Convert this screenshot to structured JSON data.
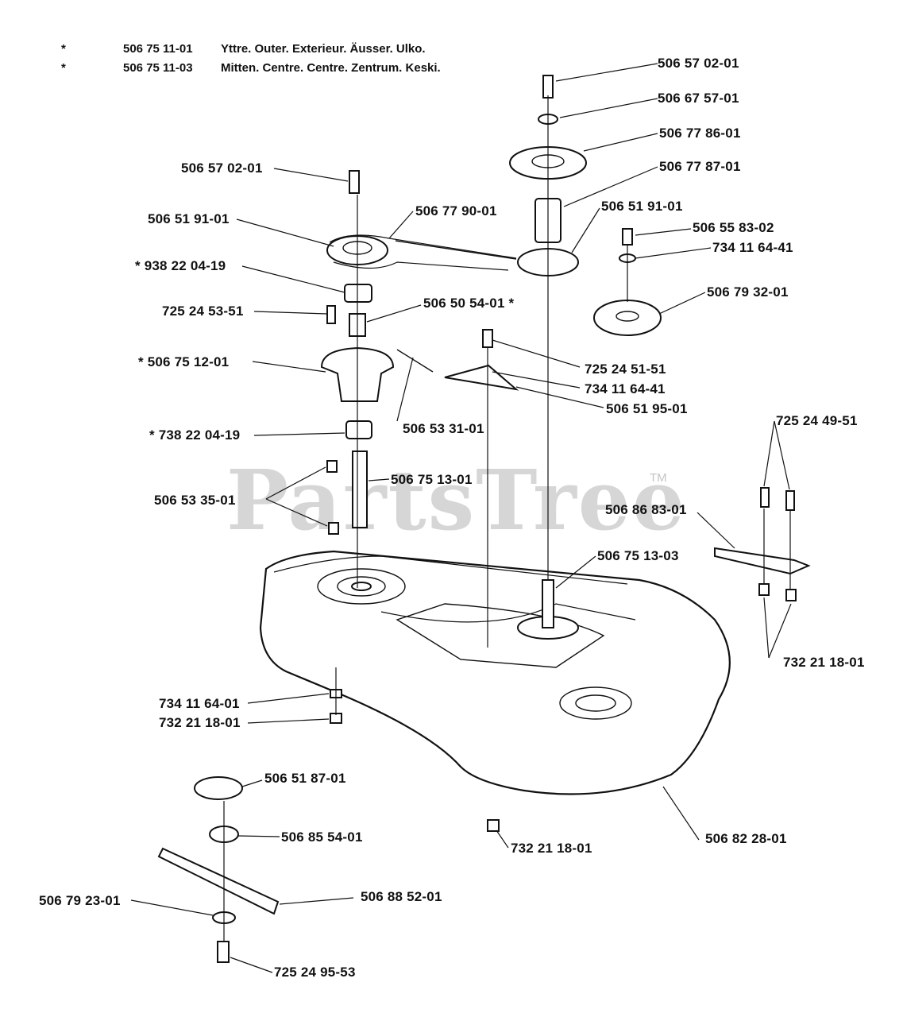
{
  "notes": [
    {
      "mark": "*",
      "part": "506 75 11-01",
      "text": "Yttre. Outer. Exterieur. Äusser. Ulko."
    },
    {
      "mark": "*",
      "part": "506 75 11-03",
      "text": "Mitten. Centre. Centre. Zentrum. Keski."
    }
  ],
  "labels": [
    "506 57 02-01",
    "506 67 57-01",
    "506 77 86-01",
    "506 77 87-01",
    "506 57 02-01",
    "506 77 90-01",
    "506 51 91-01",
    "506 51 91-01",
    "506 55 83-02",
    "734 11 64-41",
    "* 938 22 04-19",
    "506 79 32-01",
    "725 24 53-51",
    "506 50 54-01 *",
    "725 24 51-51",
    "* 506 75 12-01",
    "734 11 64-41",
    "506 51 95-01",
    "506 53 31-01",
    "* 738 22 04-19",
    "725 24 49-51",
    "506 75 13-01",
    "506 53 35-01",
    "506 86 83-01",
    "506 75 13-03",
    "732 21 18-01",
    "734 11 64-01",
    "732 21 18-01",
    "506 51 87-01",
    "506 85 54-01",
    "732 21 18-01",
    "506 82 28-01",
    "506 79 23-01",
    "506 88 52-01",
    "725 24 95-53"
  ],
  "watermark": {
    "text": "PartsTree",
    "tm": "TM"
  }
}
